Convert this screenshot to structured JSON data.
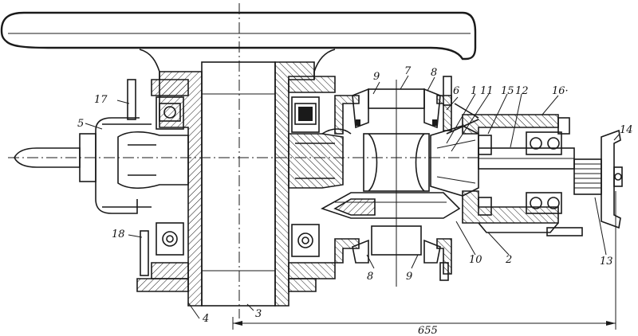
{
  "labels": {
    "l1": "1",
    "l2": "2",
    "l3": "3",
    "l4": "4",
    "l5": "5",
    "l6": "6",
    "l7": "7",
    "l8a": "8",
    "l8b": "8",
    "l9a": "9",
    "l9b": "9",
    "l10": "10",
    "l11": "11",
    "l12": "12",
    "l13": "13",
    "l14": "14",
    "l15": "15",
    "l16": "16·",
    "l17": "17",
    "l18": "18"
  },
  "dimension": {
    "value": "655"
  }
}
